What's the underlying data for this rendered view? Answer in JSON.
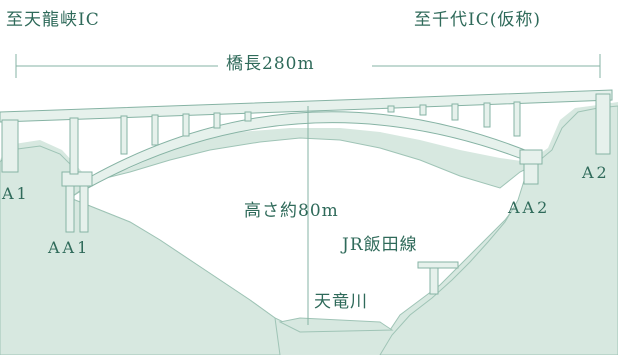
{
  "labels": {
    "to_tenryukyo_ic": "至天龍峡IC",
    "to_chiyo_ic": "至千代IC(仮称)",
    "bridge_length": "橋長280m",
    "height": "高さ約80m",
    "jr_iida_line": "JR飯田線",
    "tenryu_river": "天竜川",
    "a1": "A1",
    "aa1": "AA1",
    "aa2": "AA2",
    "a2": "A2"
  },
  "colors": {
    "ground": "#d7e8e0",
    "ground_edge": "#9fc4b6",
    "structure_fill": "#e6f1ec",
    "structure_line": "#86b3a4",
    "text": "#2f6a5a"
  }
}
